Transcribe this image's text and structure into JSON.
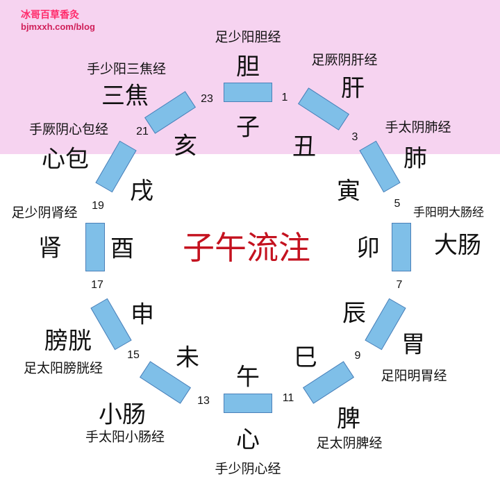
{
  "watermark": {
    "site_name": "冰哥百草香灸",
    "url": "bjmxxh.com/blog"
  },
  "title": "子午流注",
  "segments": [
    {
      "organ": "胆",
      "branch": "子",
      "meridian": "足少阳胆经"
    },
    {
      "organ": "肝",
      "branch": "丑",
      "meridian": "足厥阴肝经"
    },
    {
      "organ": "肺",
      "branch": "寅",
      "meridian": "手太阴肺经"
    },
    {
      "organ": "大肠",
      "branch": "卯",
      "meridian": "手阳明大肠经"
    },
    {
      "organ": "胃",
      "branch": "辰",
      "meridian": "足阳明胃经"
    },
    {
      "organ": "脾",
      "branch": "巳",
      "meridian": "足太阴脾经"
    },
    {
      "organ": "心",
      "branch": "午",
      "meridian": "手少阴心经"
    },
    {
      "organ": "小肠",
      "branch": "未",
      "meridian": "手太阳小肠经"
    },
    {
      "organ": "膀胱",
      "branch": "申",
      "meridian": "足太阳膀胱经"
    },
    {
      "organ": "肾",
      "branch": "酉",
      "meridian": "足少阴肾经"
    },
    {
      "organ": "心包",
      "branch": "戌",
      "meridian": "手厥阴心包经"
    },
    {
      "organ": "三焦",
      "branch": "亥",
      "meridian": "手少阳三焦经"
    }
  ],
  "hours": [
    "23",
    "1",
    "3",
    "5",
    "7",
    "9",
    "11",
    "13",
    "15",
    "17",
    "19",
    "21"
  ]
}
